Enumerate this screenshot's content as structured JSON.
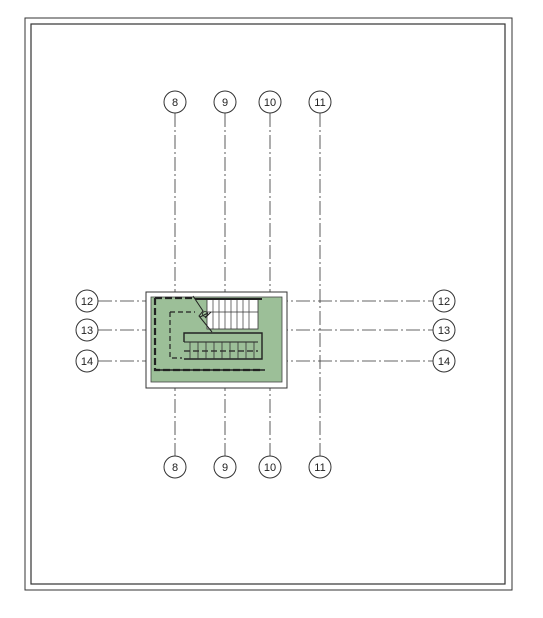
{
  "drawing": {
    "grid_lines": {
      "vertical": [
        {
          "label": "8"
        },
        {
          "label": "9"
        },
        {
          "label": "10"
        },
        {
          "label": "11"
        }
      ],
      "horizontal": [
        {
          "label": "12"
        },
        {
          "label": "13"
        },
        {
          "label": "14"
        }
      ]
    },
    "colors": {
      "line": "#333333",
      "room_fill": "#9cbf98",
      "background": "#ffffff"
    }
  }
}
